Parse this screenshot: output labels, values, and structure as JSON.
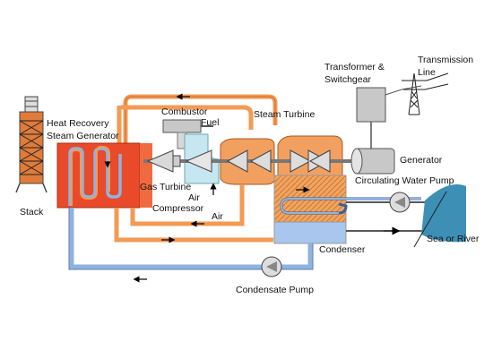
{
  "labels": {
    "hrsg_line1": "Heat Recovery",
    "hrsg_line2": "Steam Generator",
    "stack": "Stack",
    "combustor": "Combustor",
    "fuel": "Fuel",
    "gas_turbine": "Gas Turbine",
    "air_1": "Air",
    "compressor": "Compressor",
    "air_2": "Air",
    "steam_turbine": "Steam Turbine",
    "transformer_line1": "Transformer &",
    "transformer_line2": "Switchgear",
    "transmission_line1": "Transmission",
    "transmission_line2": "Line",
    "generator": "Generator",
    "circulating_water_pump": "Circulating Water Pump",
    "condenser": "Condenser",
    "sea_or_river": "Sea or River",
    "condensate_pump": "Condensate Pump"
  },
  "colors": {
    "hrsg": "#e84a2a",
    "hot_pipe": "#f39a55",
    "cold_pipe": "#8fb3de",
    "turbine": "#f2a060",
    "compressor_body": "#c6e6f2",
    "condenser_hot": "#f39a55",
    "condenser_cool": "#a8c6ee",
    "sea": "#3d8fb5",
    "machine_gray": "#c8c8c8"
  }
}
